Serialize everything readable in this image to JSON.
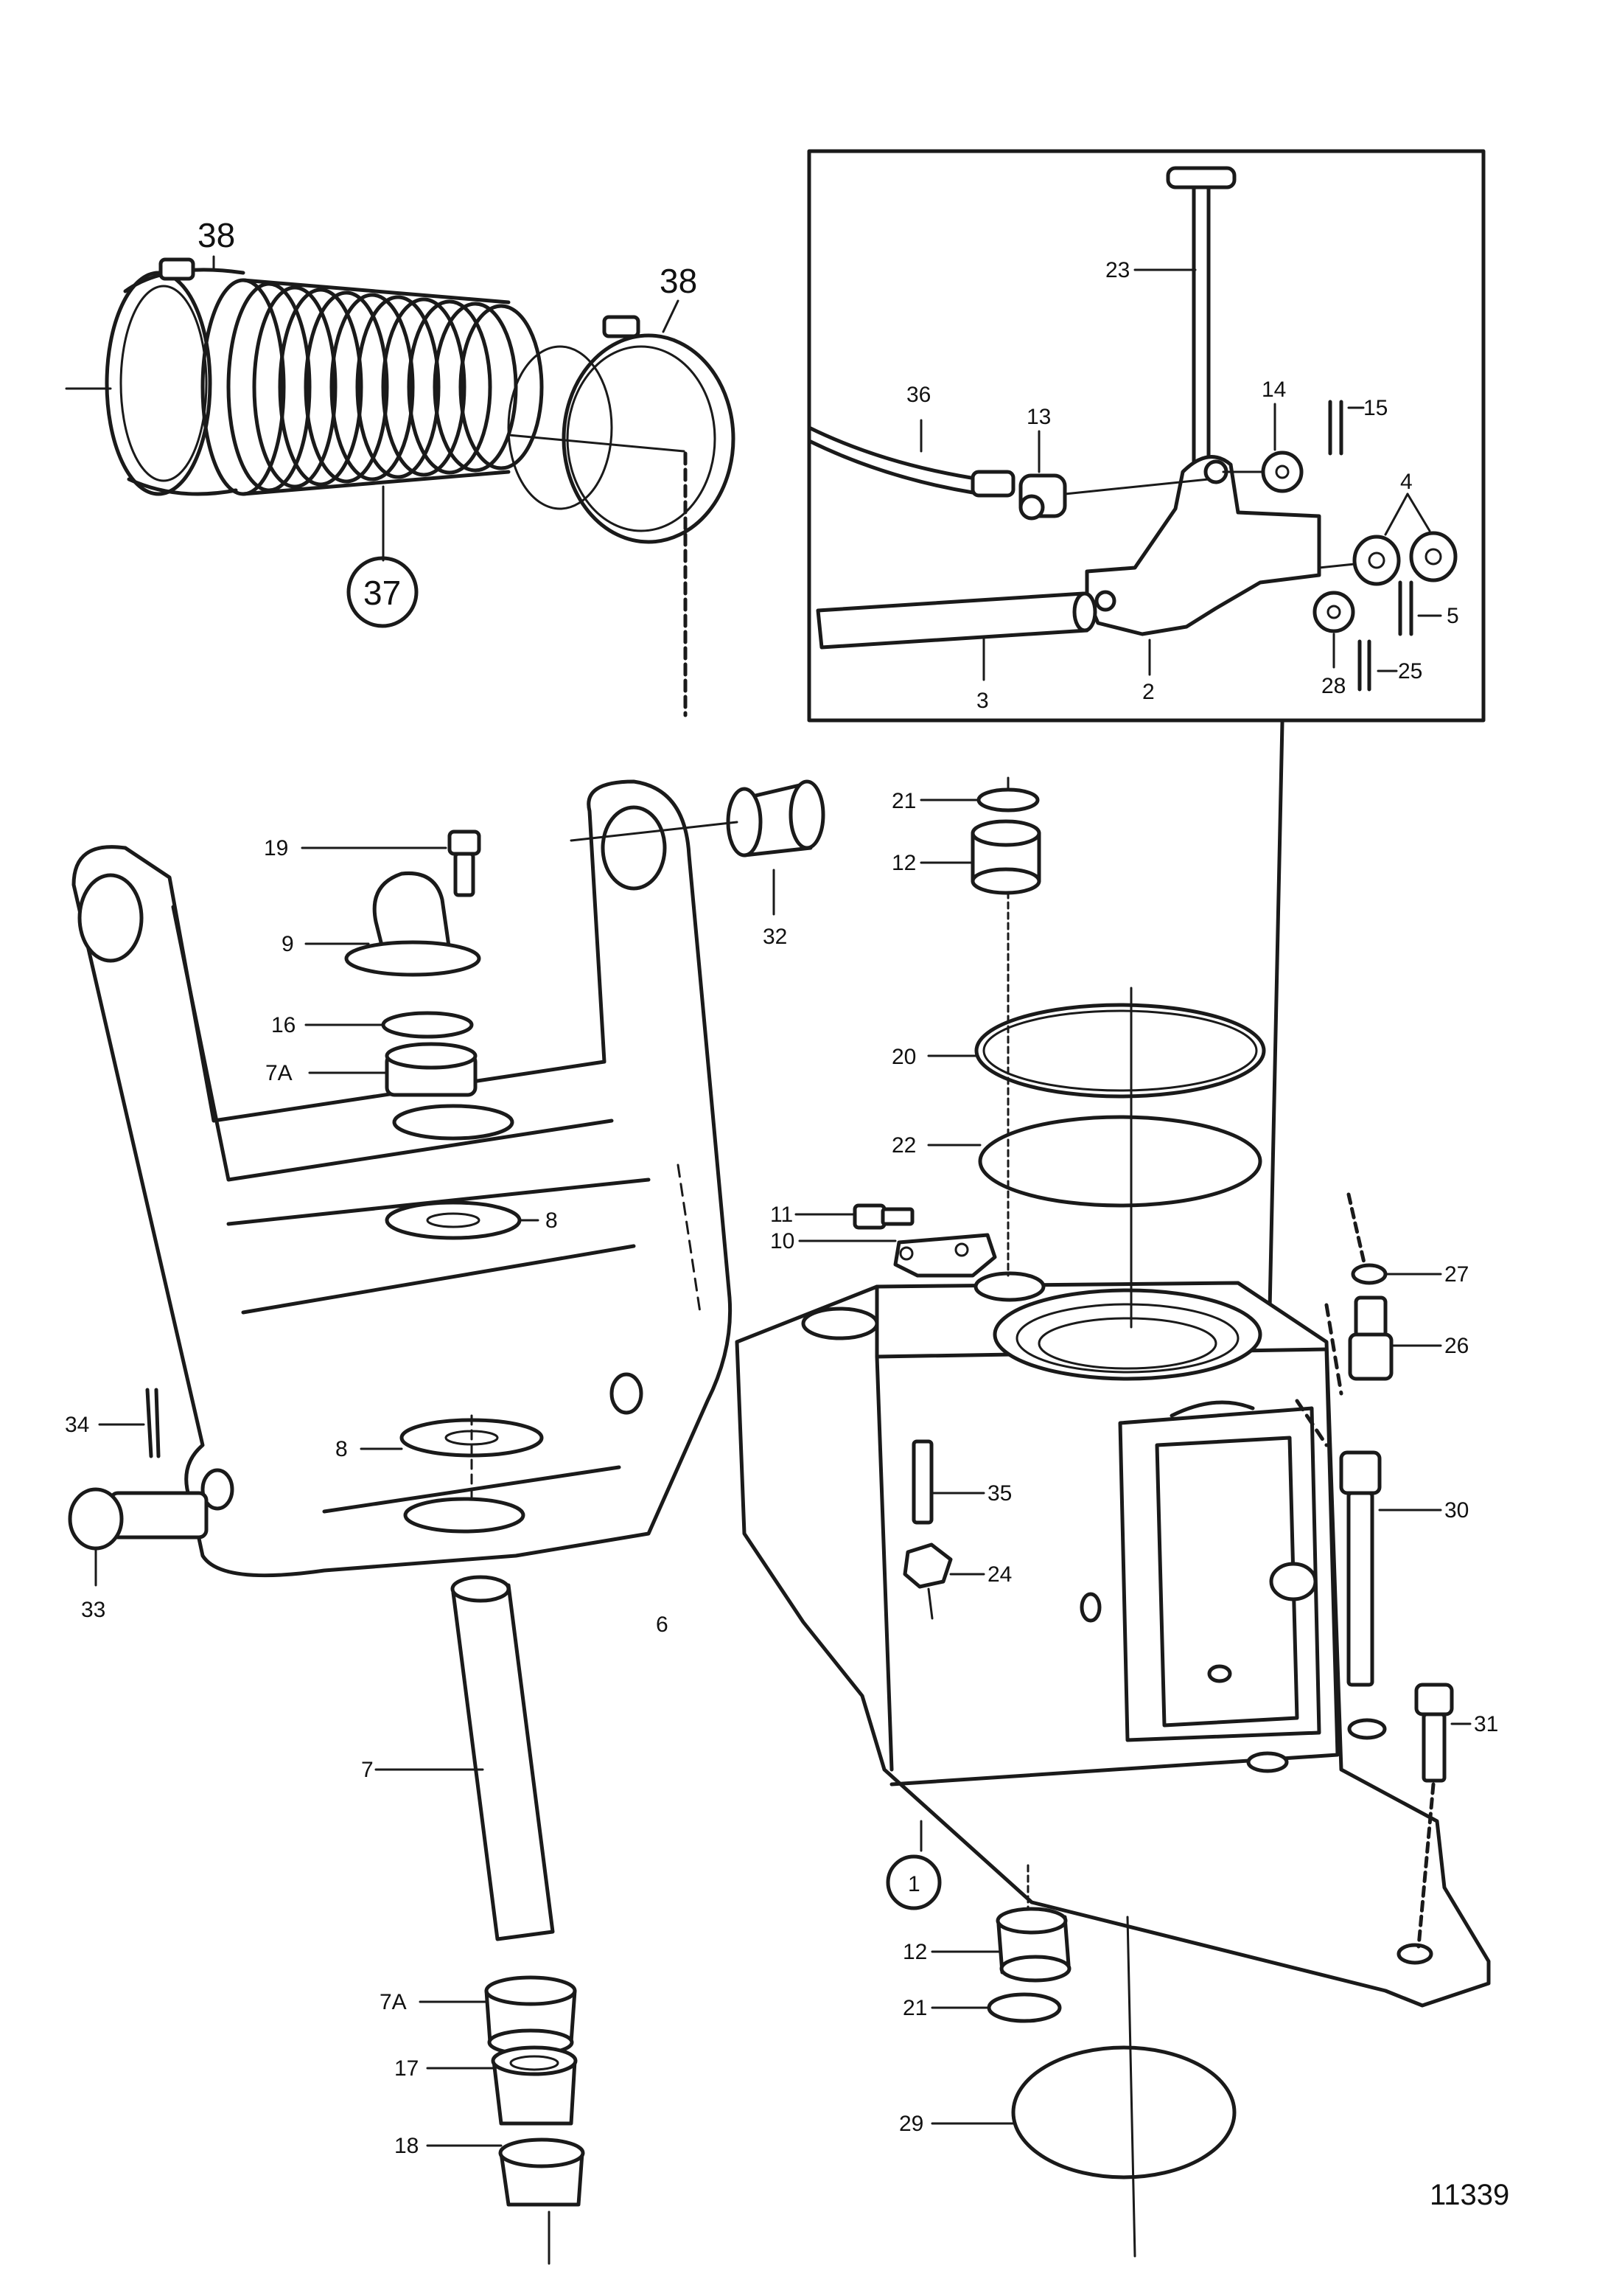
{
  "figure_number": "11339",
  "labels": [
    {
      "id": "38a",
      "text": "38"
    },
    {
      "id": "38b",
      "text": "38"
    },
    {
      "id": "37",
      "text": "37",
      "circled": true
    },
    {
      "id": "23",
      "text": "23"
    },
    {
      "id": "36",
      "text": "36"
    },
    {
      "id": "13",
      "text": "13"
    },
    {
      "id": "14",
      "text": "14"
    },
    {
      "id": "15",
      "text": "15"
    },
    {
      "id": "4",
      "text": "4"
    },
    {
      "id": "5",
      "text": "5"
    },
    {
      "id": "3",
      "text": "3"
    },
    {
      "id": "2",
      "text": "2"
    },
    {
      "id": "28",
      "text": "28"
    },
    {
      "id": "25",
      "text": "25"
    },
    {
      "id": "21a",
      "text": "21"
    },
    {
      "id": "12a",
      "text": "12"
    },
    {
      "id": "19",
      "text": "19"
    },
    {
      "id": "32",
      "text": "32"
    },
    {
      "id": "9",
      "text": "9"
    },
    {
      "id": "16",
      "text": "16"
    },
    {
      "id": "7Aa",
      "text": "7A"
    },
    {
      "id": "20",
      "text": "20"
    },
    {
      "id": "22",
      "text": "22"
    },
    {
      "id": "8a",
      "text": "8"
    },
    {
      "id": "11",
      "text": "11"
    },
    {
      "id": "10",
      "text": "10"
    },
    {
      "id": "27",
      "text": "27"
    },
    {
      "id": "26",
      "text": "26"
    },
    {
      "id": "34",
      "text": "34"
    },
    {
      "id": "8b",
      "text": "8"
    },
    {
      "id": "35",
      "text": "35"
    },
    {
      "id": "30",
      "text": "30"
    },
    {
      "id": "33",
      "text": "33"
    },
    {
      "id": "6",
      "text": "6"
    },
    {
      "id": "24",
      "text": "24"
    },
    {
      "id": "7",
      "text": "7"
    },
    {
      "id": "31",
      "text": "31"
    },
    {
      "id": "1",
      "text": "1",
      "circled": true
    },
    {
      "id": "12b",
      "text": "12"
    },
    {
      "id": "7Ab",
      "text": "7A"
    },
    {
      "id": "21b",
      "text": "21"
    },
    {
      "id": "17",
      "text": "17"
    },
    {
      "id": "29",
      "text": "29"
    },
    {
      "id": "18",
      "text": "18"
    }
  ]
}
